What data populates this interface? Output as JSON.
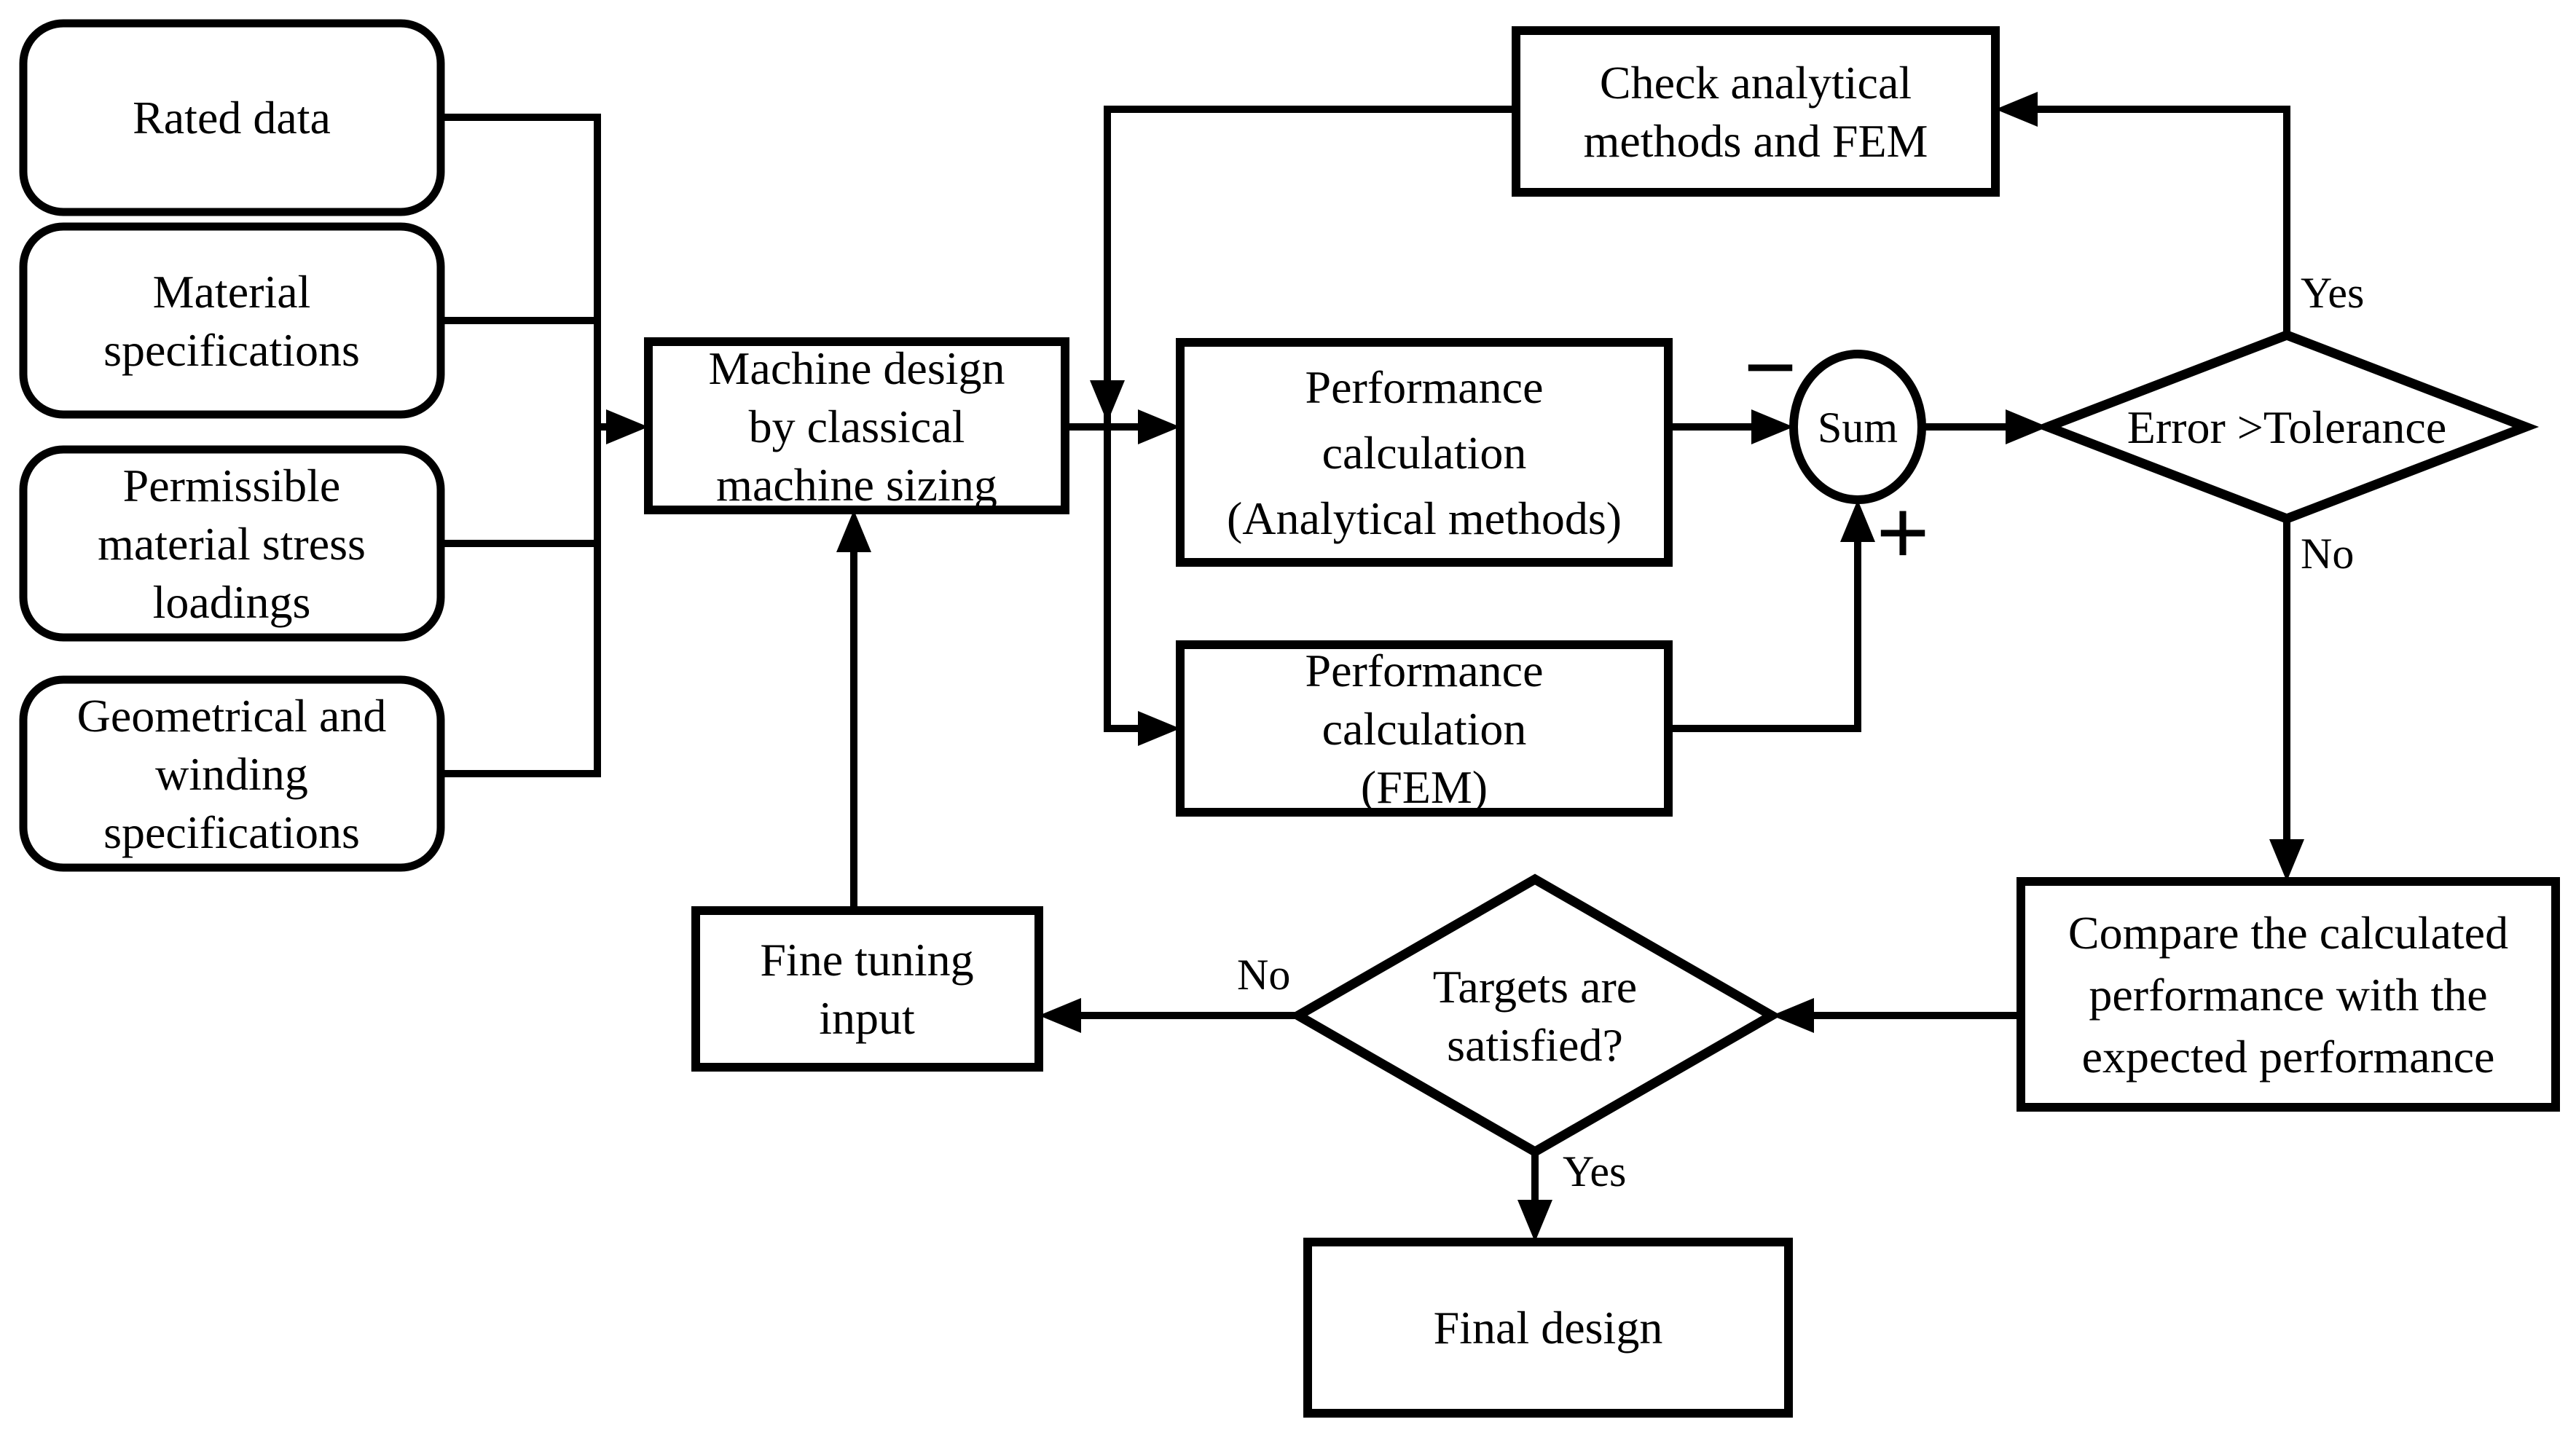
{
  "colors": {
    "stroke": "#000000",
    "background": "#ffffff",
    "text": "#000000"
  },
  "nodes": {
    "rated_data": {
      "label": "Rated data"
    },
    "material_specs": {
      "lines": [
        "Material",
        "specifications"
      ]
    },
    "permissible_stress": {
      "lines": [
        "Permissible",
        "material stress",
        "loadings"
      ]
    },
    "geometrical_winding": {
      "lines": [
        "Geometrical and",
        "winding",
        "specifications"
      ]
    },
    "machine_design": {
      "lines": [
        "Machine design",
        "by classical",
        "machine sizing"
      ]
    },
    "check_methods": {
      "lines": [
        "Check analytical",
        "methods and FEM"
      ]
    },
    "perf_analytical": {
      "lines": [
        "Performance",
        "calculation",
        "(Analytical methods)"
      ]
    },
    "perf_fem": {
      "lines": [
        "Performance",
        "calculation",
        "(FEM)"
      ]
    },
    "sum_junction": {
      "label": "Sum"
    },
    "error_decision": {
      "label": "Error >Tolerance"
    },
    "compare": {
      "lines": [
        "Compare the calculated",
        "performance with the",
        "expected performance"
      ]
    },
    "targets_decision": {
      "lines": [
        "Targets are",
        "satisfied?"
      ]
    },
    "fine_tuning": {
      "lines": [
        "Fine tuning",
        "input"
      ]
    },
    "final_design": {
      "label": "Final design"
    }
  },
  "edge_labels": {
    "error_yes": "Yes",
    "error_no": "No",
    "targets_no": "No",
    "targets_yes": "Yes",
    "sum_minus": "−",
    "sum_plus": "+"
  }
}
